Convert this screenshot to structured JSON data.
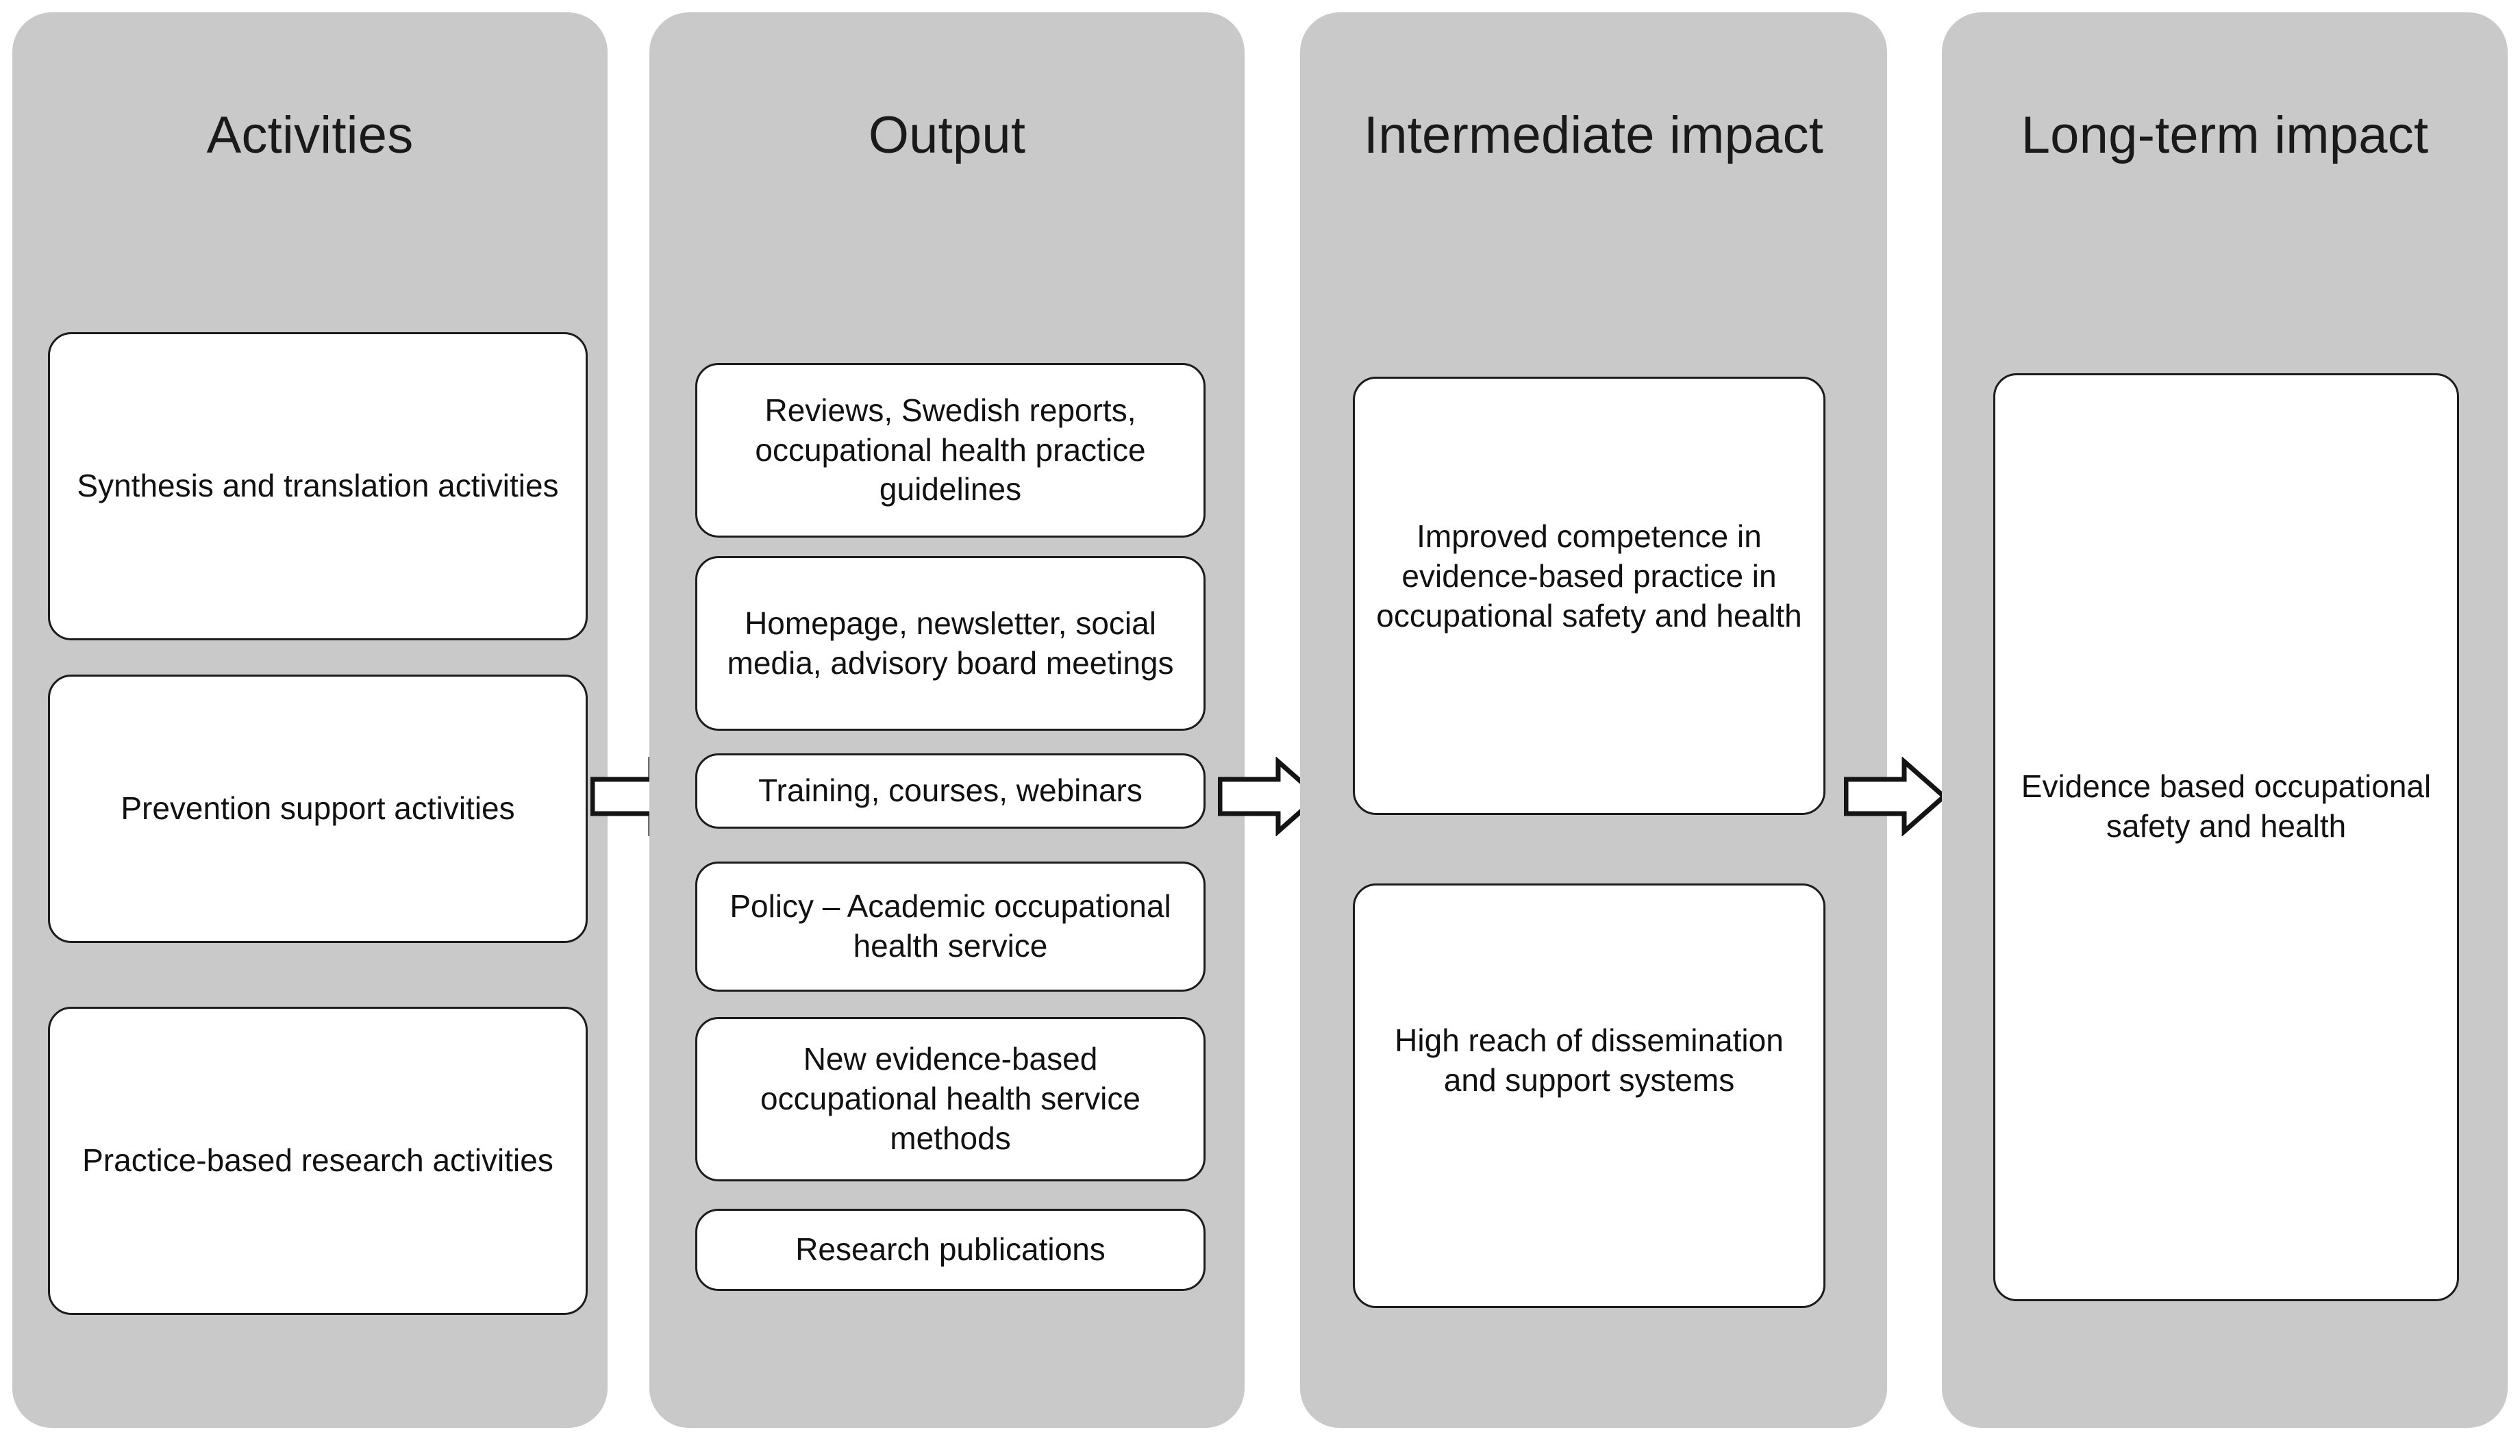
{
  "diagram": {
    "title": "Logic model: activities, output, intermediate impact and long-term impact",
    "background_color": "#ffffff",
    "panel_color": "#c9c9c9",
    "card_fill": "#ffffff",
    "card_border_color": "#1c1c1c",
    "text_color": "#111111"
  },
  "columns": [
    {
      "id": "activities",
      "header": "Activities",
      "cards": [
        {
          "id": "synthesis",
          "label": "Synthesis and translation activities"
        },
        {
          "id": "prevention",
          "label": "Prevention support activities"
        },
        {
          "id": "practice",
          "label": "Practice-based research activities"
        }
      ]
    },
    {
      "id": "output",
      "header": "Output",
      "cards": [
        {
          "id": "reviews",
          "label": "Reviews, Swedish reports, occupational health practice guidelines"
        },
        {
          "id": "homepage",
          "label": "Homepage, newsletter, social media, advisory board meetings"
        },
        {
          "id": "training",
          "label": "Training, courses, webinars"
        },
        {
          "id": "policy",
          "label": "Policy – Academic occupational health service"
        },
        {
          "id": "methods",
          "label": "New evidence-based occupational health service methods"
        },
        {
          "id": "publications",
          "label": "Research publications"
        }
      ]
    },
    {
      "id": "intermediate",
      "header": "Intermediate impact",
      "cards": [
        {
          "id": "competence",
          "label": "Improved competence in evidence-based practice in occupational safety and health"
        },
        {
          "id": "reach",
          "label": "High reach of dissemination and support systems"
        }
      ]
    },
    {
      "id": "longterm",
      "header": "Long-term impact",
      "cards": [
        {
          "id": "evidence",
          "label": "Evidence based occupational safety and health"
        }
      ]
    }
  ],
  "arrows": [
    {
      "id": "arrow-1",
      "icon": "right-block-arrow-icon",
      "from": "activities",
      "to": "output"
    },
    {
      "id": "arrow-2",
      "icon": "right-block-arrow-icon",
      "from": "output",
      "to": "intermediate"
    },
    {
      "id": "arrow-3",
      "icon": "right-block-arrow-icon",
      "from": "intermediate",
      "to": "longterm"
    }
  ]
}
